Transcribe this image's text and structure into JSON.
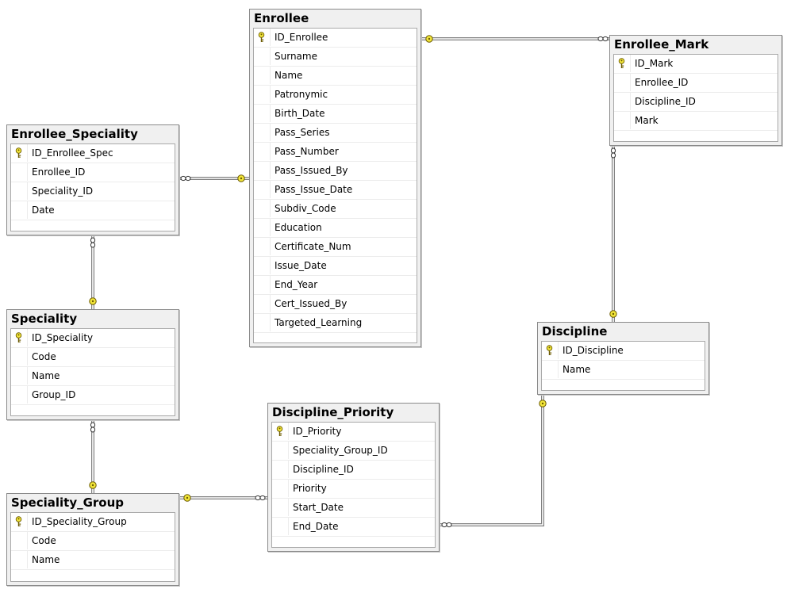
{
  "colors": {
    "table_background": "#f0f0f0",
    "border": "#8a8a8a",
    "connector": "#808080",
    "key_fill": "#f2e63a"
  },
  "tables": [
    {
      "title": "Enrollee",
      "columns": [
        {
          "name": "ID_Enrollee",
          "key": true
        },
        {
          "name": "Surname",
          "key": false
        },
        {
          "name": "Name",
          "key": false
        },
        {
          "name": "Patronymic",
          "key": false
        },
        {
          "name": "Birth_Date",
          "key": false
        },
        {
          "name": "Pass_Series",
          "key": false
        },
        {
          "name": "Pass_Number",
          "key": false
        },
        {
          "name": "Pass_Issued_By",
          "key": false
        },
        {
          "name": "Pass_Issue_Date",
          "key": false
        },
        {
          "name": "Subdiv_Code",
          "key": false
        },
        {
          "name": "Education",
          "key": false
        },
        {
          "name": "Certificate_Num",
          "key": false
        },
        {
          "name": "Issue_Date",
          "key": false
        },
        {
          "name": "End_Year",
          "key": false
        },
        {
          "name": "Cert_Issued_By",
          "key": false
        },
        {
          "name": "Targeted_Learning",
          "key": false
        }
      ]
    },
    {
      "title": "Enrollee_Mark",
      "columns": [
        {
          "name": "ID_Mark",
          "key": true
        },
        {
          "name": "Enrollee_ID",
          "key": false
        },
        {
          "name": "Discipline_ID",
          "key": false
        },
        {
          "name": "Mark",
          "key": false
        }
      ]
    },
    {
      "title": "Enrollee_Speciality",
      "columns": [
        {
          "name": "ID_Enrollee_Spec",
          "key": true
        },
        {
          "name": "Enrollee_ID",
          "key": false
        },
        {
          "name": "Speciality_ID",
          "key": false
        },
        {
          "name": "Date",
          "key": false
        }
      ]
    },
    {
      "title": "Speciality",
      "columns": [
        {
          "name": "ID_Speciality",
          "key": true
        },
        {
          "name": "Code",
          "key": false
        },
        {
          "name": "Name",
          "key": false
        },
        {
          "name": "Group_ID",
          "key": false
        }
      ]
    },
    {
      "title": "Discipline",
      "columns": [
        {
          "name": "ID_Discipline",
          "key": true
        },
        {
          "name": "Name",
          "key": false
        }
      ]
    },
    {
      "title": "Discipline_Priority",
      "columns": [
        {
          "name": "ID_Priority",
          "key": true
        },
        {
          "name": "Speciality_Group_ID",
          "key": false
        },
        {
          "name": "Discipline_ID",
          "key": false
        },
        {
          "name": "Priority",
          "key": false
        },
        {
          "name": "Start_Date",
          "key": false
        },
        {
          "name": "End_Date",
          "key": false
        }
      ]
    },
    {
      "title": "Speciality_Group",
      "columns": [
        {
          "name": "ID_Speciality_Group",
          "key": true
        },
        {
          "name": "Code",
          "key": false
        },
        {
          "name": "Name",
          "key": false
        }
      ]
    }
  ],
  "relationships": [
    {
      "from": "Enrollee",
      "to": "Enrollee_Mark",
      "from_end": "one",
      "to_end": "many"
    },
    {
      "from": "Enrollee",
      "to": "Enrollee_Speciality",
      "from_end": "one",
      "to_end": "many"
    },
    {
      "from": "Speciality",
      "to": "Enrollee_Speciality",
      "from_end": "one",
      "to_end": "many"
    },
    {
      "from": "Discipline",
      "to": "Enrollee_Mark",
      "from_end": "one",
      "to_end": "many"
    },
    {
      "from": "Speciality_Group",
      "to": "Speciality",
      "from_end": "one",
      "to_end": "many"
    },
    {
      "from": "Speciality_Group",
      "to": "Discipline_Priority",
      "from_end": "one",
      "to_end": "many"
    },
    {
      "from": "Discipline",
      "to": "Discipline_Priority",
      "from_end": "one",
      "to_end": "many"
    }
  ]
}
